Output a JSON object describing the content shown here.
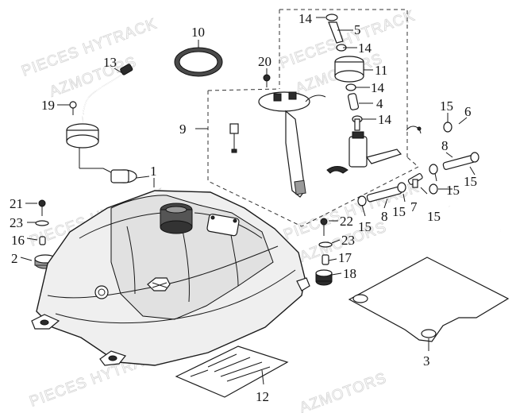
{
  "watermarks": [
    {
      "id": "wm1",
      "text": "PIECES HYTRACK"
    },
    {
      "id": "wm2",
      "text": "AZMOTORS"
    },
    {
      "id": "wm3",
      "text": "PIECES HYTRACK"
    },
    {
      "id": "wm4",
      "text": "AZMOTORS"
    },
    {
      "id": "wm5",
      "text": "PIECES HYTRACK"
    },
    {
      "id": "wm6",
      "text": "AZMOTORS"
    },
    {
      "id": "wm7",
      "text": "PIECES HYTRACK"
    },
    {
      "id": "wm8",
      "text": "AZMOTORS"
    },
    {
      "id": "wm9",
      "text": "PIECES HYTRACK"
    },
    {
      "id": "wm10",
      "text": "AZMOTORS"
    }
  ],
  "callouts": [
    {
      "id": "c14a",
      "label": "14"
    },
    {
      "id": "c5",
      "label": "5"
    },
    {
      "id": "c10",
      "label": "10"
    },
    {
      "id": "c14b",
      "label": "14"
    },
    {
      "id": "c20",
      "label": "20"
    },
    {
      "id": "c11",
      "label": "11"
    },
    {
      "id": "c13",
      "label": "13"
    },
    {
      "id": "c14c",
      "label": "14"
    },
    {
      "id": "c19",
      "label": "19"
    },
    {
      "id": "c4",
      "label": "4"
    },
    {
      "id": "c15a",
      "label": "15"
    },
    {
      "id": "c6",
      "label": "6"
    },
    {
      "id": "c14d",
      "label": "14"
    },
    {
      "id": "c9",
      "label": "9"
    },
    {
      "id": "c8a",
      "label": "8"
    },
    {
      "id": "c1",
      "label": "1"
    },
    {
      "id": "c15b",
      "label": "15"
    },
    {
      "id": "c15c",
      "label": "15"
    },
    {
      "id": "c7",
      "label": "7"
    },
    {
      "id": "c21",
      "label": "21"
    },
    {
      "id": "c15d",
      "label": "15"
    },
    {
      "id": "c8b",
      "label": "8"
    },
    {
      "id": "c15e",
      "label": "15"
    },
    {
      "id": "c23a",
      "label": "23"
    },
    {
      "id": "c22",
      "label": "22"
    },
    {
      "id": "c15f",
      "label": "15"
    },
    {
      "id": "c16",
      "label": "16"
    },
    {
      "id": "c23b",
      "label": "23"
    },
    {
      "id": "c2",
      "label": "2"
    },
    {
      "id": "c17",
      "label": "17"
    },
    {
      "id": "c18",
      "label": "18"
    },
    {
      "id": "c3",
      "label": "3"
    },
    {
      "id": "c12",
      "label": "12"
    }
  ]
}
